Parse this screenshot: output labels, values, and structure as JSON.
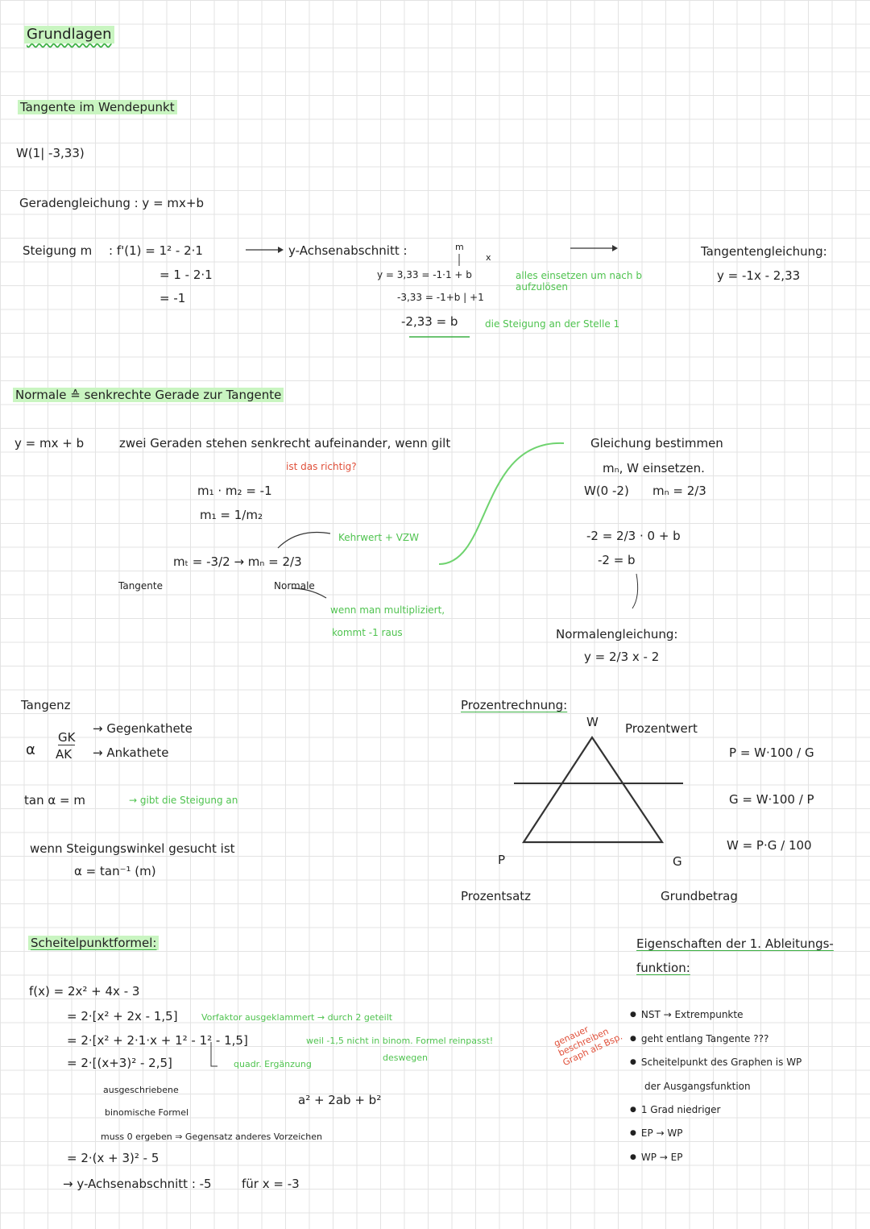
{
  "header": {
    "title": "Grundlagen"
  },
  "tangente_wendepunkt": {
    "heading": "Tangente im Wendepunkt",
    "point": "W(1| -3,33)",
    "geradengleichung": "Geradengleichung : y = mx+b",
    "steigung_label": "Steigung m",
    "steigung_l1": ": f'(1) = 1² - 2·1",
    "steigung_l2": "= 1 - 2·1",
    "steigung_l3": "= -1",
    "y_achsen_label": "y-Achsenabschnitt :",
    "y_m_mark": "m",
    "y_x_mark": "x",
    "y_l1": "y = 3,33 = -1·1 + b",
    "y_l2": "-3,33 = -1+b | +1",
    "y_l3": "-2,33 = b",
    "note_einsetzen": "alles einsetzen um nach b aufzulösen",
    "note_steigung": "die Steigung an der Stelle 1",
    "tangentengleichung_label": "Tangentengleichung:",
    "tangentengleichung": "y = -1x - 2,33"
  },
  "normale": {
    "heading": "Normale ≙ senkrechte Gerade zur Tangente",
    "eq": "y = mx + b",
    "senkrecht_note": "zwei Geraden stehen senkrecht aufeinander, wenn gilt",
    "frage": "ist das richtig?",
    "formula1": "m₁ · m₂ = -1",
    "formula2": "m₁ = 1/m₂",
    "mt_line": "mₜ = -3/2 → mₙ = 2/3",
    "tangente_label": "Tangente",
    "normale_label": "Normale",
    "kehrwert_note": "Kehrwert + VZW",
    "multi_note_1": "wenn man multipliziert,",
    "multi_note_2": "kommt -1 raus",
    "gleichung_title": "Gleichung bestimmen",
    "einsetzen": "mₙ, W einsetzen.",
    "w_point": "W(0 -2)",
    "mn_value": "mₙ = 2/3",
    "calc1": "-2 = 2/3 · 0 + b",
    "calc2": "-2 = b",
    "normalen_label": "Normalengleichung:",
    "normalengleichung": "y = 2/3 x - 2"
  },
  "tangenz": {
    "heading": "Tangenz",
    "alpha": "α",
    "gk": "GK",
    "ak": "AK",
    "gegenkathete": "Gegenkathete",
    "ankathete": "Ankathete",
    "tan_eq": "tan α = m",
    "tan_note": "gibt die Steigung an",
    "winkel_note": "wenn Steigungswinkel gesucht ist",
    "winkel_eq": "α = tan⁻¹ (m)"
  },
  "prozent": {
    "heading": "Prozentrechnung:",
    "w": "W",
    "prozentwert": "Prozentwert",
    "p": "P",
    "prozentsatz": "Prozentsatz",
    "g": "G",
    "grundbetrag": "Grundbetrag",
    "formula_p": "P = W·100 / G",
    "formula_g": "G = W·100 / P",
    "formula_w": "W = P·G / 100"
  },
  "scheitel": {
    "heading": "Scheitelpunktformel:",
    "f": "f(x) = 2x² + 4x - 3",
    "l1": "= 2·[x² + 2x - 1,5]",
    "l1_note": "Vorfaktor ausgeklammert → durch 2 geteilt",
    "l2": "= 2·[x² + 2·1·x + 1² - 1² - 1,5]",
    "l2_note": "weil -1,5 nicht in binom. Formel reinpasst!",
    "l2_note2": "deswegen",
    "l3": "= 2·[(x+3)² - 2,5]",
    "quadr": "quadr. Ergänzung",
    "ausgeschrieben": "ausgeschriebene",
    "binom_label": "binomische Formel",
    "binom_formula": "a² + 2ab + b²",
    "muss_note": "muss 0 ergeben ⇒ Gegensatz anderes Vorzeichen",
    "l4": "= 2·(x + 3)² - 5",
    "y_achse": "→ y-Achsenabschnitt : -5",
    "fuer_x": "für x = -3"
  },
  "eigenschaften": {
    "heading_1": "Eigenschaften der 1. Ableitungs-",
    "heading_2": "funktion:",
    "side_note": "genauer beschreiben Graph als Bsp.",
    "items": [
      "NST → Extrempunkte",
      "geht entlang Tangente ???",
      "Scheitelpunkt des Graphen is WP",
      "der Ausgangsfunktion",
      "1 Grad niedriger",
      "EP → WP",
      "WP → EP"
    ]
  }
}
